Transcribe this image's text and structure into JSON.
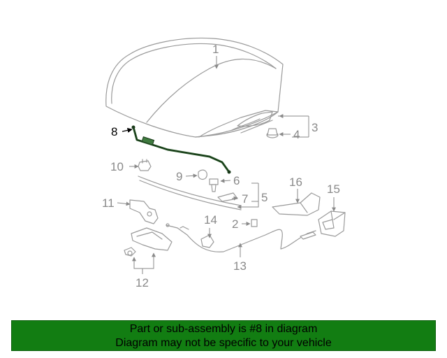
{
  "callouts": {
    "c1": "1",
    "c2": "2",
    "c3": "3",
    "c4": "4",
    "c5": "5",
    "c6": "6",
    "c7": "7",
    "c8": "8",
    "c9": "9",
    "c10": "10",
    "c11": "11",
    "c12": "12",
    "c13": "13",
    "c14": "14",
    "c15": "15",
    "c16": "16"
  },
  "highlight": {
    "part_number": "8",
    "color": "#2e5e2e"
  },
  "banner": {
    "line1": "Part or sub-assembly is #8 in diagram",
    "line2": "Diagram may not be specific to your vehicle",
    "background": "#127d12"
  }
}
